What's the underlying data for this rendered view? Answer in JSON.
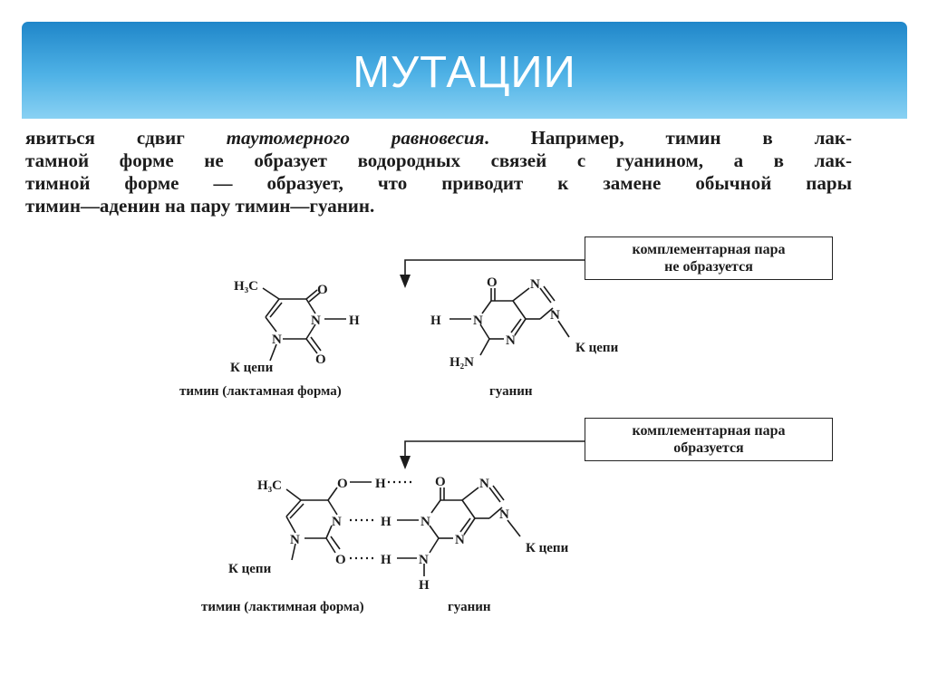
{
  "slide": {
    "title": "МУТАЦИИ"
  },
  "paragraph": {
    "line1_a": "явиться сдвиг ",
    "line1_em": "таутомерного равновесия",
    "line1_b": ". Например, тимин в лак-",
    "line2": "тамной форме не образует водородных связей с гуанином, а в лак-",
    "line3": "тимной форме — образует, что приводит к замене обычной пары",
    "line4": "тимин—аденин на пару тимин—гуанин."
  },
  "diagram_top": {
    "box_line1": "комплементарная пара",
    "box_line2": "не образуется",
    "thymine_caption": "тимин (лактамная форма)",
    "guanine_caption": "гуанин",
    "chain_label": "К цепи",
    "atoms": {
      "h3c": "H₃C",
      "o": "O",
      "n": "N",
      "h": "H",
      "nh2": "H₂N"
    }
  },
  "diagram_bottom": {
    "box_line1": "комплементарная пара",
    "box_line2": "образуется",
    "thymine_caption": "тимин (лактимная форма)",
    "guanine_caption": "гуанин",
    "chain_label": "К цепи"
  }
}
